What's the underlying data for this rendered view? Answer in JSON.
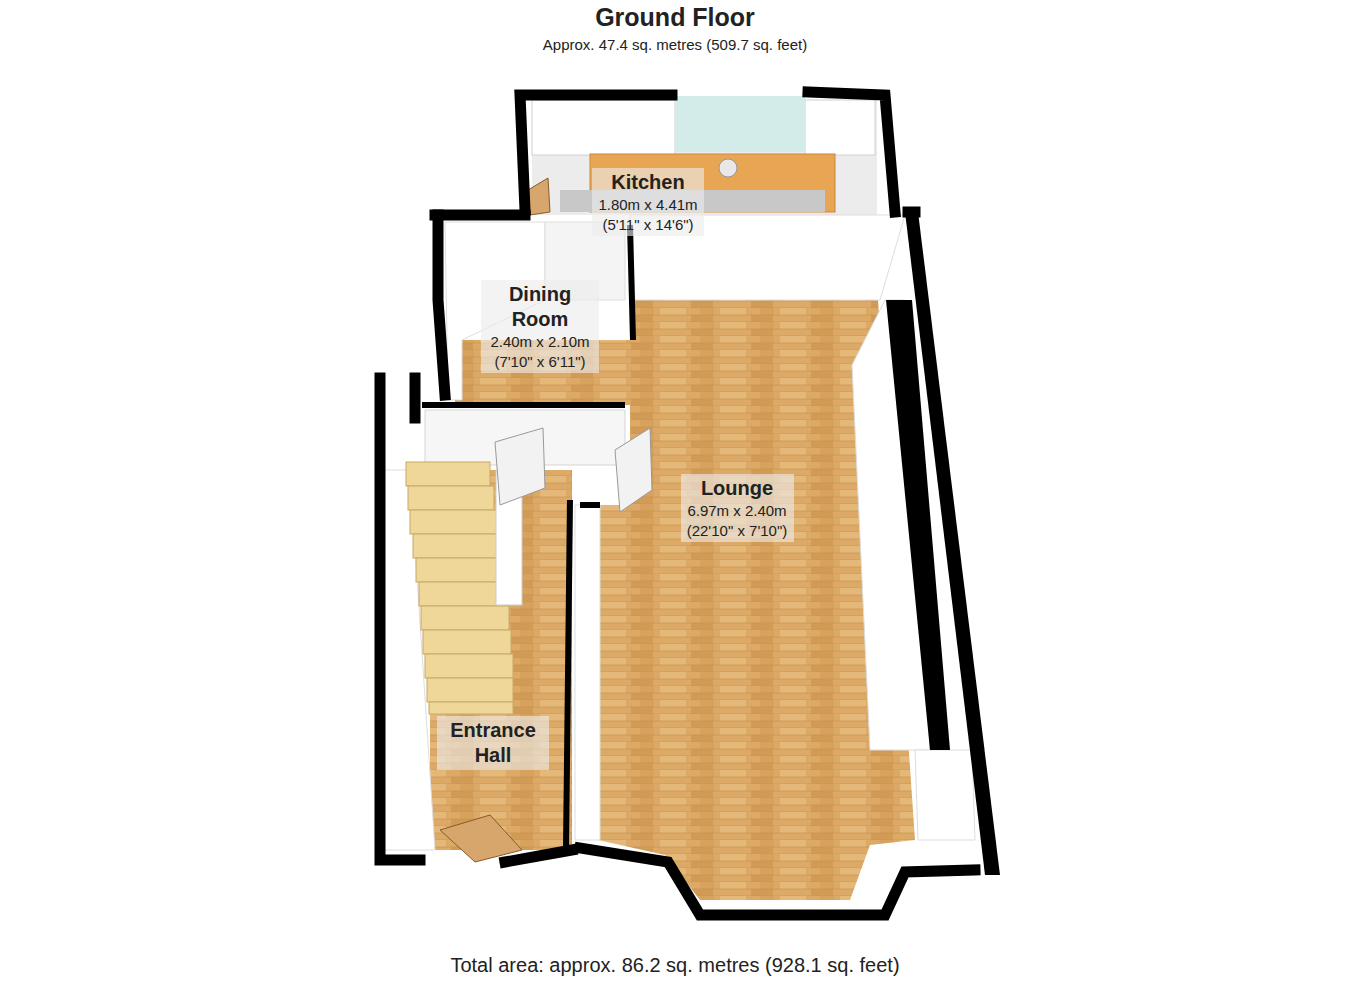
{
  "diagram": {
    "title": "Ground Floor",
    "caption": "Total area: approx. 86.2 sq. metres (928.1 sq. feet)",
    "nodes": [
      {
        "text": [
          "Kitchen",
          "1.80m x 4.41m",
          "(5'11\" x 14'6\")"
        ]
      },
      {
        "text": [
          "Dining Room",
          "2.40m x 2.10m",
          "(7'10\" x 6'11\")"
        ]
      },
      {
        "text": [
          "Lounge",
          "6.97m x 2.40m",
          "(22'10\" x 7'10\")"
        ]
      },
      {
        "text": [
          "Entrance Hall"
        ]
      }
    ],
    "labels": [
      "Approx. 47.4 sq. metres (509.7 sq. feet)"
    ]
  }
}
